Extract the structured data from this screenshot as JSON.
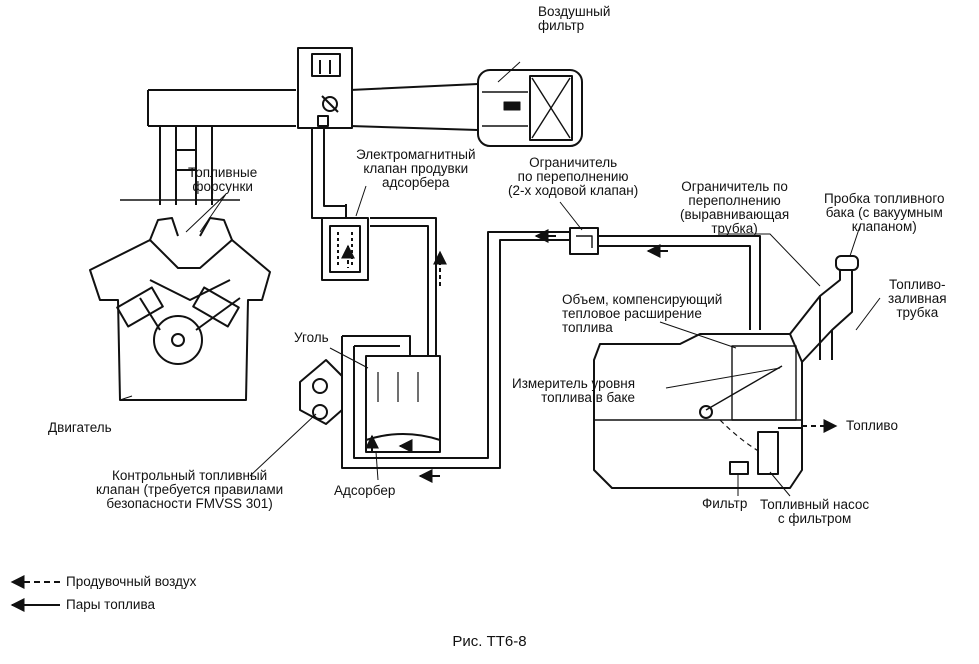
{
  "labels": {
    "air_filter": "Воздушный\nфильтр",
    "injectors": "Топливные\nфорсунки",
    "purge_valve": "Электромагнитный\nклапан продувки\nадсорбера",
    "overfill_limiter_2way": "Ограничитель\nпо переполнению\n(2-х ходовой клапан)",
    "overfill_limiter_leveling": "Ограничитель по\nпереполнению\n(выравнивающая\nтрубка)",
    "filler_cap": "Пробка топливного\nбака (с вакуумным\nклапаном)",
    "filler_pipe": "Топливо-\nзаливная\nтрубка",
    "expansion_volume": "Объем, компенсирующий\nтепловое расширение\nтоплива",
    "coal": "Уголь",
    "fuel_gauge": "Измеритель уровня\nтоплива в баке",
    "fuel_out": "Топливо",
    "engine": "Двигатель",
    "check_valve": "Контрольный топливный\nклапан (требуется правилами\nбезопасности FMVSS 301)",
    "canister": "Адсорбер",
    "filter": "Фильтр",
    "pump": "Топливный насос\nс фильтром"
  },
  "legend": {
    "purge_air": "Продувочный воздух",
    "fuel_vapor": "Пары топлива"
  },
  "caption": "Рис. ТТ6-8"
}
